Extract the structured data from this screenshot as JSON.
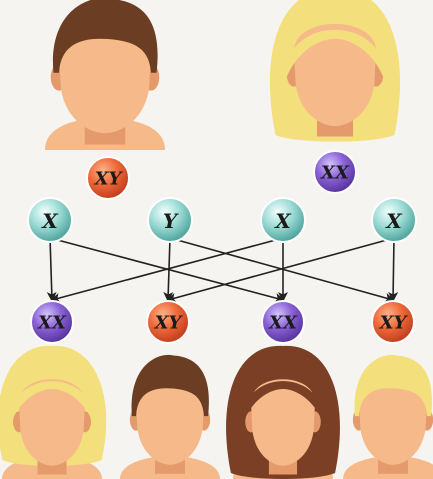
{
  "parents": {
    "father": {
      "genotype": "XY",
      "hair": "dark-short",
      "ball": "red"
    },
    "mother": {
      "genotype": "XX",
      "hair": "blonde-long",
      "ball": "purple"
    }
  },
  "gametes": [
    {
      "label": "X",
      "from": "father"
    },
    {
      "label": "Y",
      "from": "father"
    },
    {
      "label": "X",
      "from": "mother"
    },
    {
      "label": "X",
      "from": "mother"
    }
  ],
  "children": [
    {
      "genotype": "XX",
      "hair": "blonde-bob",
      "ball": "purple"
    },
    {
      "genotype": "XY",
      "hair": "dark-short",
      "ball": "red"
    },
    {
      "genotype": "XX",
      "hair": "brown-long",
      "ball": "purple"
    },
    {
      "genotype": "XY",
      "hair": "blonde-short",
      "ball": "red"
    }
  ],
  "colors": {
    "skin": "#f5b98a",
    "skin_shadow": "#e49a6a",
    "dark_hair": "#6b3d22",
    "blonde_hair": "#f3df7c",
    "brown_hair": "#7a3f24",
    "ball_red": "#e5552a",
    "ball_purple": "#7d54c4",
    "ball_teal": "#8ed1cc",
    "arrow": "#222222"
  }
}
